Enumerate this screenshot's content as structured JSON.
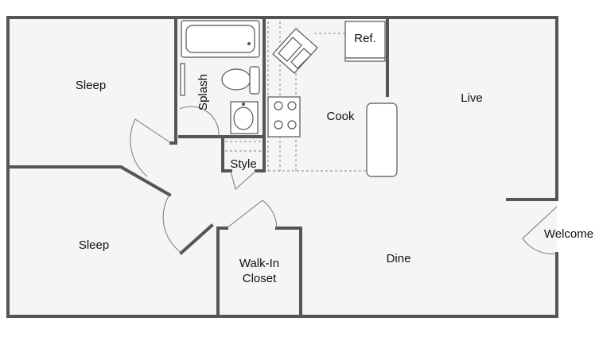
{
  "rooms": {
    "bedroom_top": "Sleep",
    "bedroom_bottom": "Sleep",
    "bathroom": "Splash",
    "kitchen": "Cook",
    "refrigerator": "Ref.",
    "laundry": "Style",
    "living": "Live",
    "dining": "Dine",
    "closet_line1": "Walk-In",
    "closet_line2": "Closet",
    "entry": "Welcome"
  }
}
